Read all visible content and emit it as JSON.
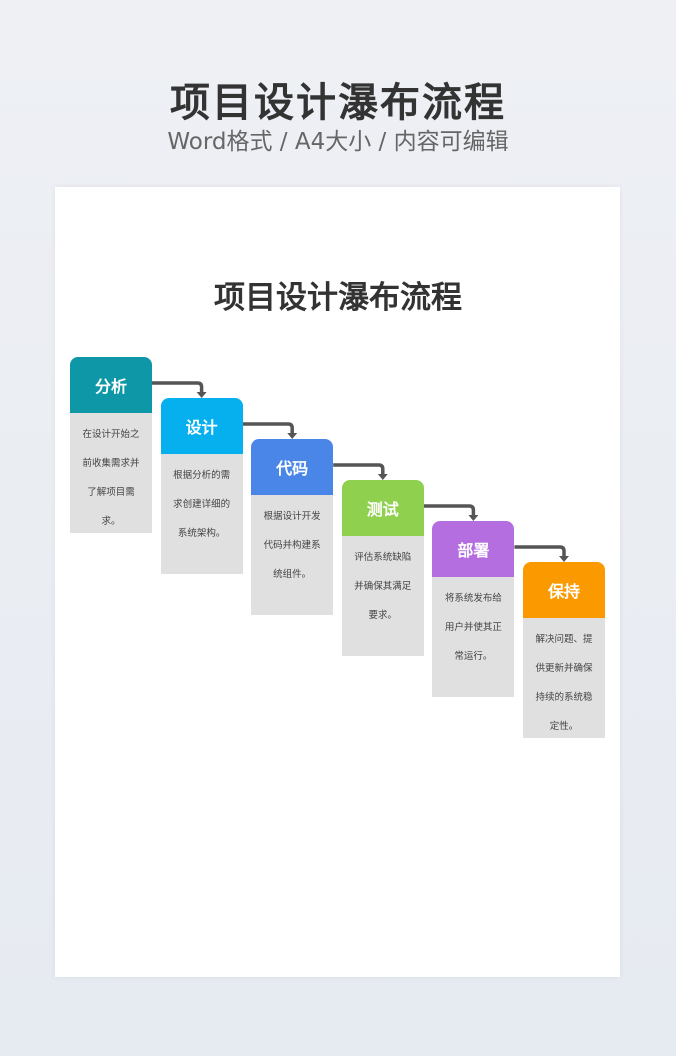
{
  "header": {
    "title": "项目设计瀑布流程",
    "subtitle": "Word格式 / A4大小 / 内容可编辑"
  },
  "document": {
    "title": "项目设计瀑布流程",
    "steps": [
      {
        "label": "分析",
        "desc": "在设计开始之前收集需求并了解项目需求。",
        "color": "#0e97a6"
      },
      {
        "label": "设计",
        "desc": "根据分析的需求创建详细的系统架构。",
        "color": "#06b0ee"
      },
      {
        "label": "代码",
        "desc": "根据设计开发代码并构建系统组件。",
        "color": "#4a86e8"
      },
      {
        "label": "测试",
        "desc": "评估系统缺陷并确保其满足要求。",
        "color": "#8fd14f"
      },
      {
        "label": "部署",
        "desc": "将系统发布给用户并使其正常运行。",
        "color": "#b46ee0"
      },
      {
        "label": "保持",
        "desc": "解决问题、提供更新并确保持续的系统稳定性。",
        "color": "#fb9a00"
      }
    ]
  }
}
